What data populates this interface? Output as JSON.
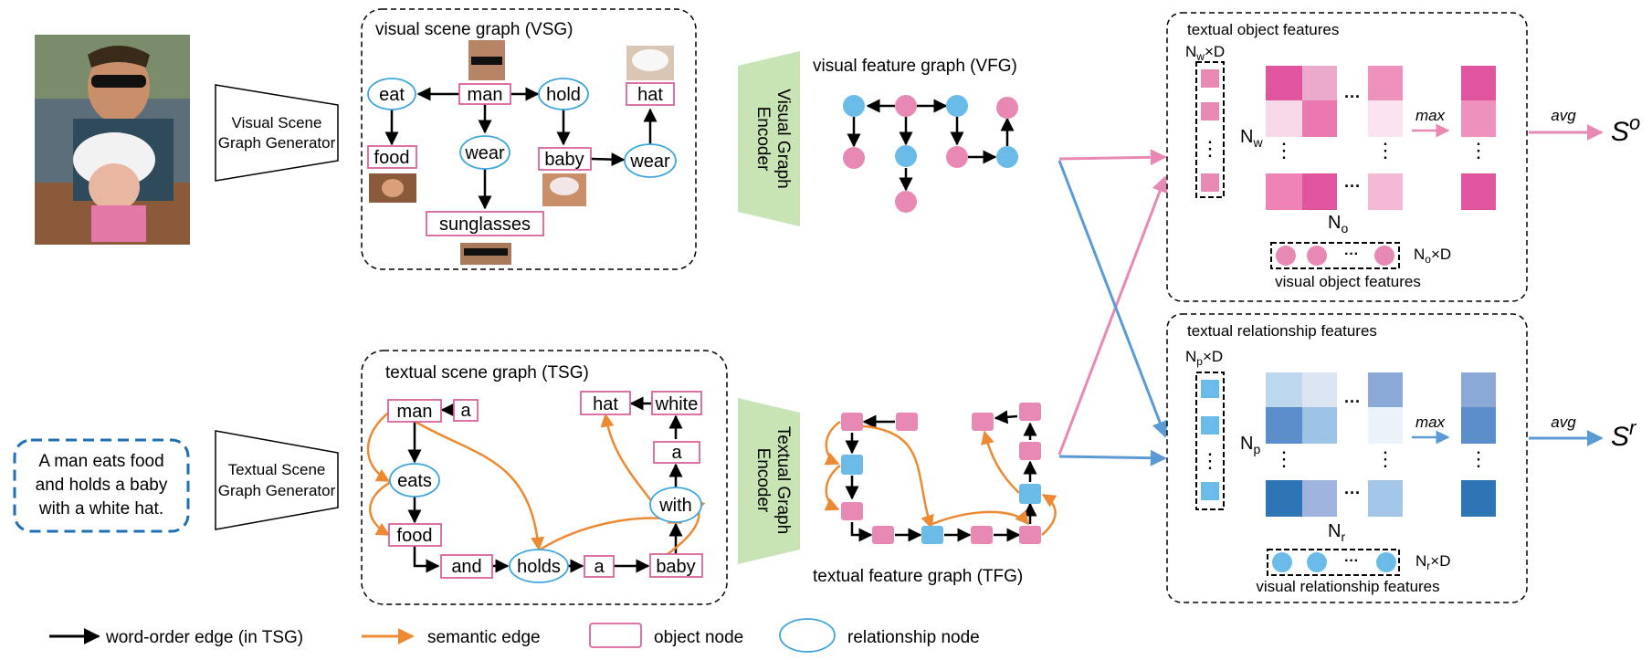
{
  "colors": {
    "pink": "#e889b5",
    "pink_dark": "#e0559e",
    "blue": "#6bbbe9",
    "blue_dark": "#1f6fb3",
    "orange": "#ec8a34",
    "encoder_green": "#c8e3b4",
    "object_border": "#d9639b",
    "relationship_border": "#3ea6dc"
  },
  "generators": {
    "visual": [
      "Visual Scene",
      "Graph Generator"
    ],
    "textual": [
      "Textual Scene",
      "Graph Generator"
    ]
  },
  "caption_text": [
    "A man eats food",
    "and holds a baby",
    "with a white hat."
  ],
  "vsg": {
    "title": "visual scene graph (VSG)",
    "nodes": {
      "eat": "eat",
      "man": "man",
      "hold": "hold",
      "hat": "hat",
      "food": "food",
      "wear1": "wear",
      "baby": "baby",
      "wear2": "wear",
      "sunglasses": "sunglasses"
    }
  },
  "tsg": {
    "title": "textual scene graph (TSG)",
    "nodes": {
      "man": "man",
      "a1": "a",
      "hat": "hat",
      "white": "white",
      "a2": "a",
      "eats": "eats",
      "with": "with",
      "food": "food",
      "and": "and",
      "holds": "holds",
      "a3": "a",
      "baby": "baby"
    }
  },
  "encoders": {
    "visual": [
      "Visual Graph",
      "Encoder"
    ],
    "textual": [
      "Textual Graph",
      "Encoder"
    ]
  },
  "vfg_title": "visual feature graph (VFG)",
  "tfg_title": "textual feature graph (TFG)",
  "object_panel": {
    "title": "textual object features",
    "dim_top": "N",
    "dim_top_sub": "w",
    "dim_top_suffix": "×D",
    "rows_label": "N",
    "rows_sub": "w",
    "cols_label": "N",
    "cols_sub": "o",
    "op_max": "max",
    "op_avg": "avg",
    "bottom_dim": "N",
    "bottom_sub": "o",
    "bottom_suffix": "×D",
    "bottom_title": "visual object features",
    "score": "S",
    "score_sup": "o",
    "ellipsis": "···",
    "vdots": "⋮"
  },
  "rel_panel": {
    "title": "textual relationship features",
    "dim_top": "N",
    "dim_top_sub": "p",
    "dim_top_suffix": "×D",
    "rows_label": "N",
    "rows_sub": "p",
    "cols_label": "N",
    "cols_sub": "r",
    "op_max": "max",
    "op_avg": "avg",
    "bottom_dim": "N",
    "bottom_sub": "r",
    "bottom_suffix": "×D",
    "bottom_title": "visual relationship features",
    "score": "S",
    "score_sup": "r",
    "ellipsis": "···",
    "vdots": "⋮"
  },
  "legend": {
    "word_order": "word-order edge (in TSG)",
    "semantic": "semantic edge",
    "object": "object node",
    "relationship": "relationship node"
  }
}
